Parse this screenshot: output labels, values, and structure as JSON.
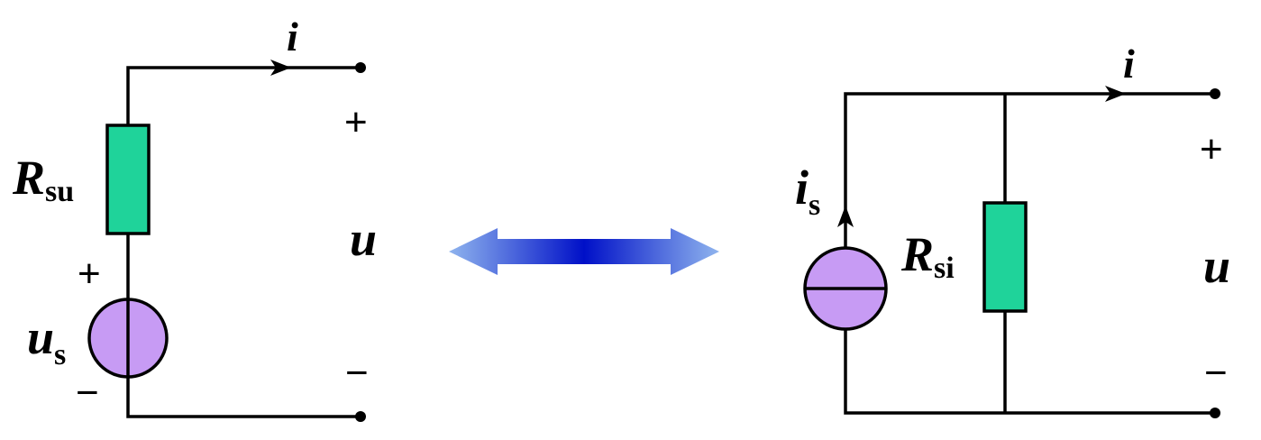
{
  "left_circuit": {
    "current_label": "i",
    "resistor_label": {
      "main": "R",
      "sub": "su"
    },
    "source_label": {
      "main": "u",
      "sub": "s"
    },
    "source_plus": "+",
    "source_minus": "−",
    "terminal_plus": "+",
    "terminal_minus": "−",
    "voltage_label": "u"
  },
  "right_circuit": {
    "current_label": "i",
    "source_label": {
      "main": "i",
      "sub": "s"
    },
    "resistor_label": {
      "main": "R",
      "sub": "si"
    },
    "terminal_plus": "+",
    "terminal_minus": "−",
    "voltage_label": "u"
  },
  "colors": {
    "wire": "#000000",
    "resistor_fill": "#1fd39a",
    "source_fill": "#c79bf4",
    "arrow_center": "#0010c8",
    "arrow_edge": "#8fb4ee"
  },
  "icons": {
    "equivalence_arrow": "double-headed-arrow",
    "voltage_source": "circle-with-vertical-line",
    "current_source": "circle-with-horizontal-line"
  }
}
